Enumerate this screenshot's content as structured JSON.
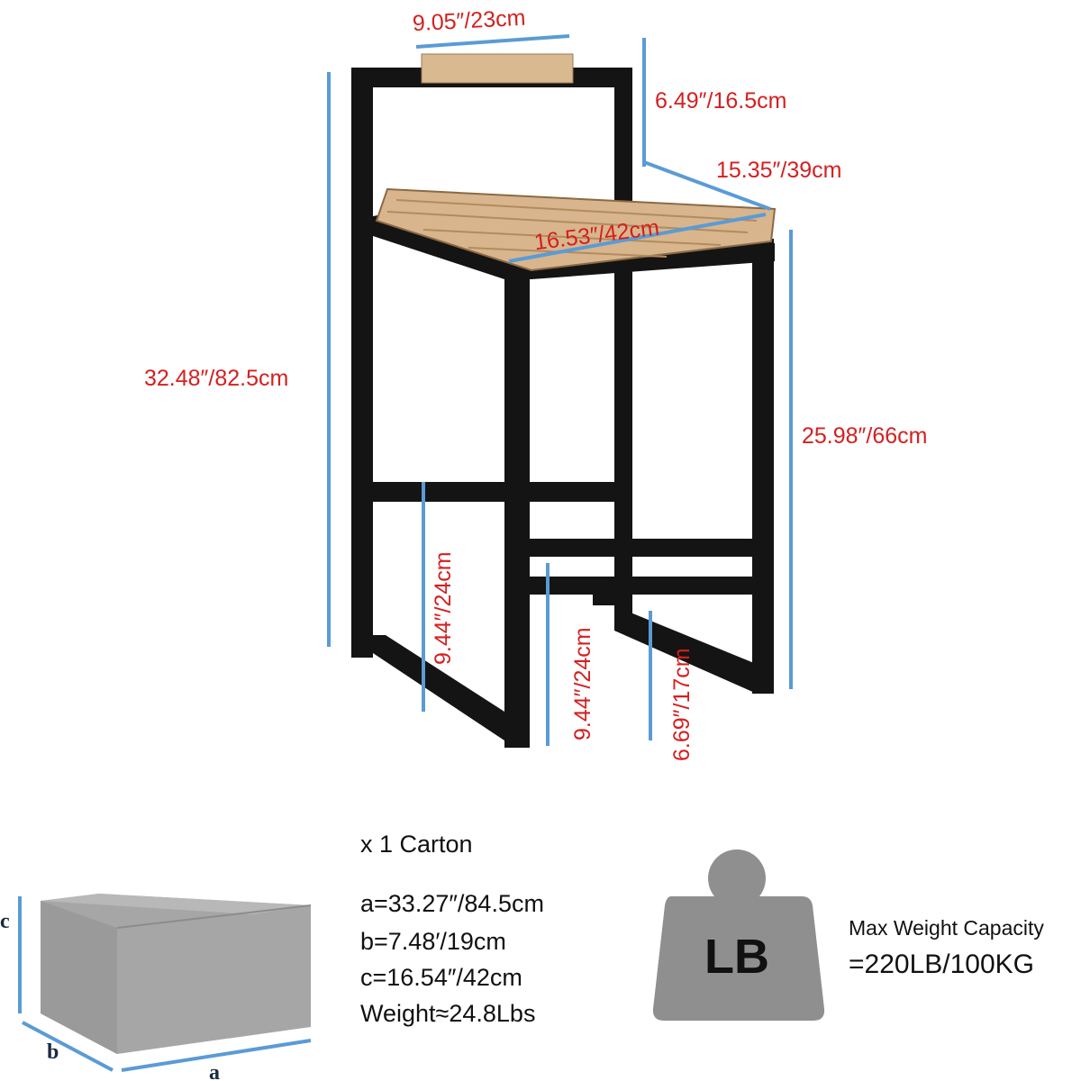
{
  "dimensions": {
    "backrest_width": "9.05″/23cm",
    "backrest_height": "6.49″/16.5cm",
    "seat_depth": "15.35″/39cm",
    "seat_width": "16.53″/42cm",
    "total_height": "32.48″/82.5cm",
    "seat_height": "25.98″/66cm",
    "side_rung_height": "9.44″/24cm",
    "front_rung_height": "9.44″/24cm",
    "bottom_rung_height": "6.69″/17cm"
  },
  "carton": {
    "count": "x 1 Carton",
    "a": "a=33.27″/84.5cm",
    "b": "b=7.48′/19cm",
    "c": "c=16.54″/42cm",
    "weight": "Weight≈24.8Lbs",
    "label_a": "a",
    "label_b": "b",
    "label_c": "c"
  },
  "capacity": {
    "weight_icon_label": "LB",
    "title": "Max Weight Capacity",
    "value": "=220LB/100KG"
  },
  "colors": {
    "dimension_text": "#d42020",
    "dimension_line": "#5b9bd5",
    "frame": "#141414"
  }
}
